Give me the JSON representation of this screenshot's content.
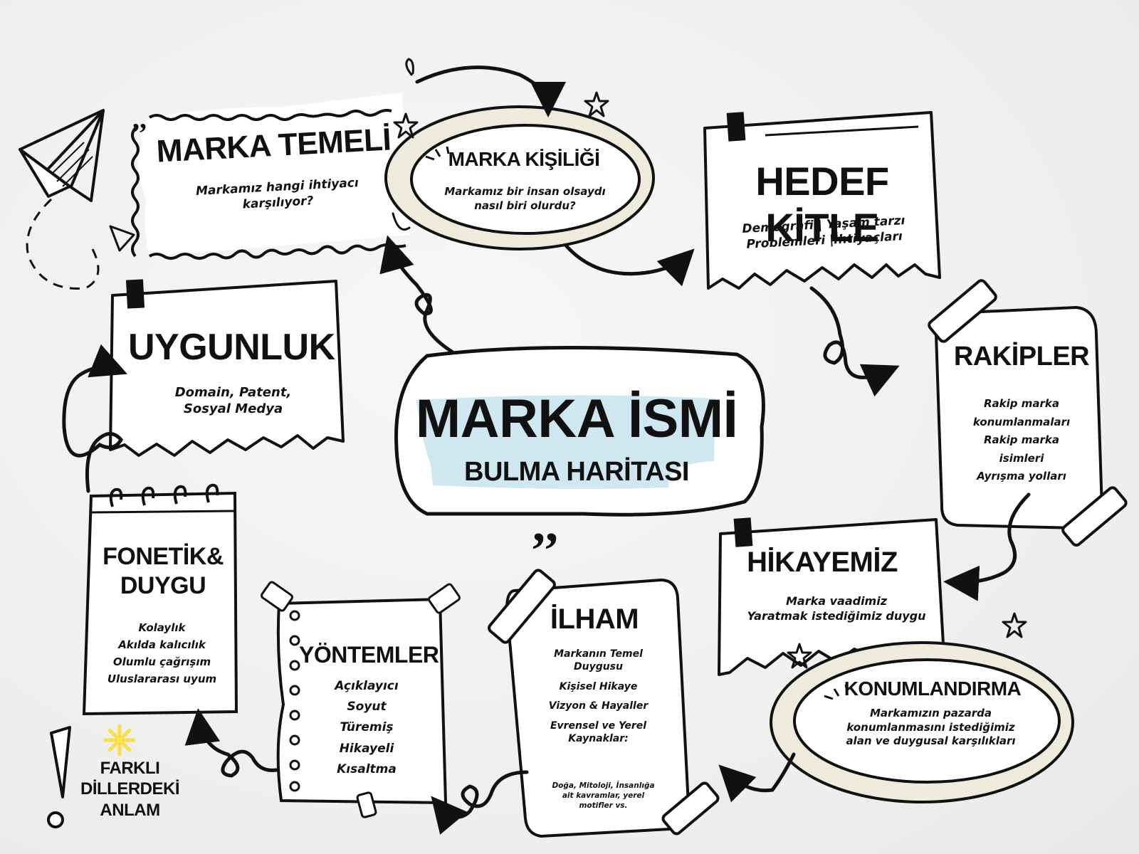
{
  "center": {
    "title": "MARKA İSMİ",
    "subtitle": "BULMA HARİTASI"
  },
  "nodes": {
    "marka_temeli": {
      "title": "MARKA TEMELİ",
      "lines": [
        "Markamız hangi ihtiyacı",
        "karşılıyor?"
      ]
    },
    "marka_kisiligi": {
      "title": "MARKA KİŞİLİĞİ",
      "lines": [
        "Markamız bir insan olsaydı",
        "nasıl biri olurdu?"
      ]
    },
    "hedef_kitle": {
      "title": "HEDEF KİTLE",
      "lines": [
        "Demografi | Yaşam tarzı",
        "Problemleri |İhtiyaçları"
      ]
    },
    "rakipler": {
      "title": "RAKİPLER",
      "lines": [
        "Rakip marka",
        "konumlanmaları",
        "Rakip marka",
        "isimleri",
        "Ayrışma yolları"
      ]
    },
    "hikayemiz": {
      "title": "HİKAYEMİZ",
      "lines": [
        "Marka vaadimiz",
        "Yaratmak istediğimiz duygu"
      ]
    },
    "konumlandirma": {
      "title": "KONUMLANDIRMA",
      "lines": [
        "Markamızın pazarda",
        "konumlanmasını istediğimiz",
        "alan ve duygusal karşılıkları"
      ]
    },
    "ilham": {
      "title": "İLHAM",
      "lines": [
        "Markanın Temel",
        "Duygusu",
        "Kişisel Hikaye",
        "Vizyon & Hayaller",
        "Evrensel ve Yerel",
        "Kaynaklar:"
      ],
      "small_lines": [
        "Doğa, Mitoloji, İnsanlığa",
        "ait kavramlar, yerel",
        "motifler vs."
      ]
    },
    "yontemler": {
      "title": "YÖNTEMLER",
      "lines": [
        "Açıklayıcı",
        "Soyut",
        "Türemiş",
        "Hikayeli",
        "Kısaltma"
      ]
    },
    "fonetik": {
      "title_lines": [
        "FONETİK&",
        "DUYGU"
      ],
      "lines": [
        "Kolaylık",
        "Akılda kalıcılık",
        "Olumlu çağrışım",
        "Uluslararası uyum"
      ]
    },
    "uygunluk": {
      "title": "UYGUNLUK",
      "lines": [
        "Domain, Patent,",
        "Sosyal Medya"
      ]
    },
    "farkli": {
      "lines": [
        "FARKLI",
        "DİLLERDEKİ",
        "ANLAM"
      ]
    }
  },
  "colors": {
    "ink": "#111111",
    "accent_blue": "#cfe7f1",
    "oval_fill": "#ecebdc",
    "sun_yellow": "#f7e04a",
    "paper": "#ffffff"
  }
}
